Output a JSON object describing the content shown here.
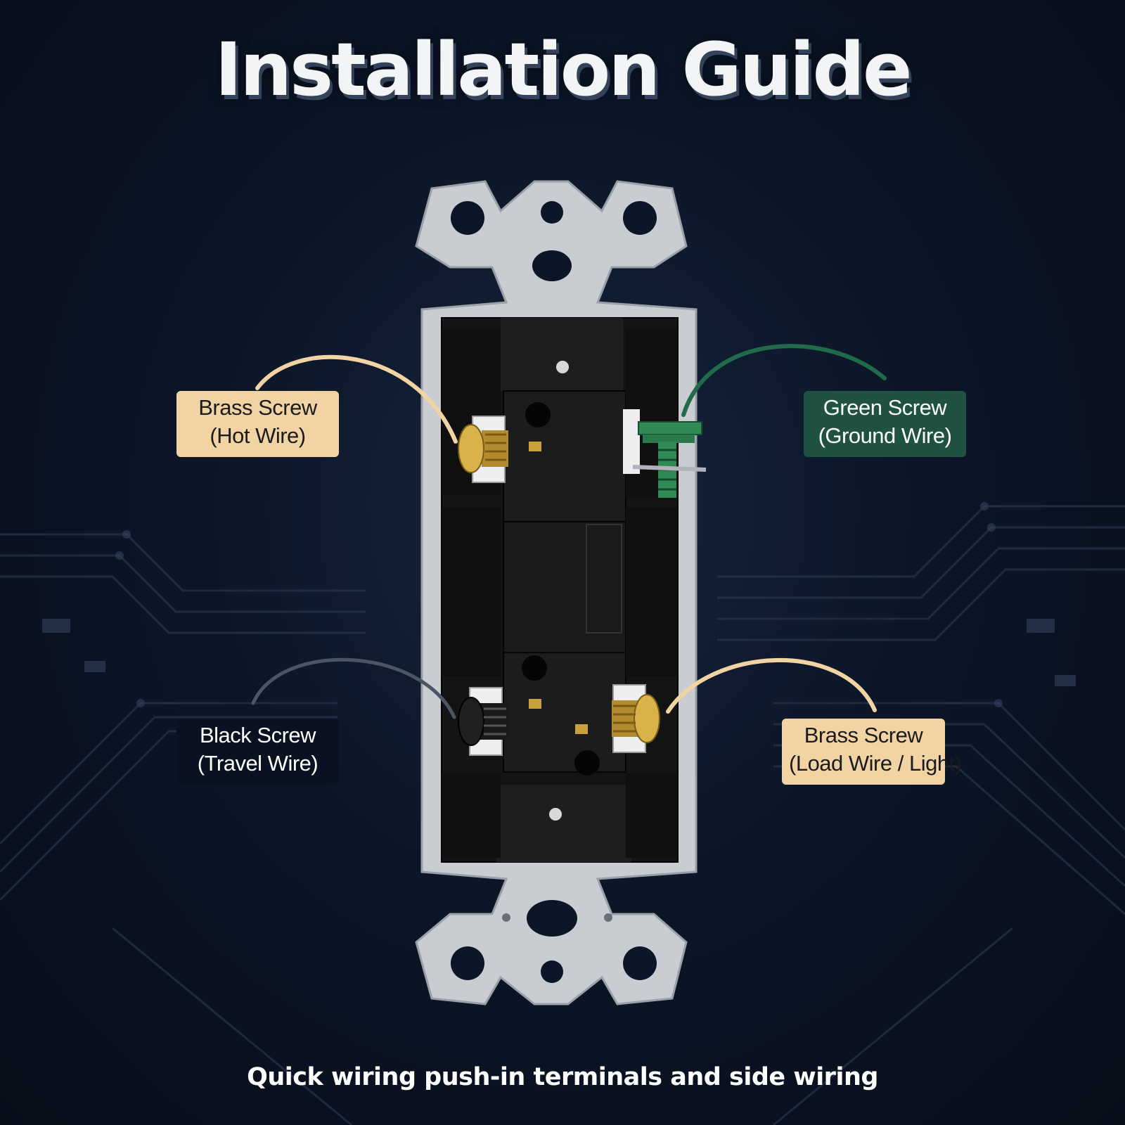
{
  "title": "Installation Guide",
  "caption": "Quick wiring push-in terminals and side wiring",
  "labels": {
    "hot": {
      "line1": "Brass Screw",
      "line2": "(Hot Wire)",
      "color": "#f2d4a4"
    },
    "ground": {
      "line1": "Green Screw",
      "line2": "(Ground Wire)",
      "color": "#1f5240"
    },
    "travel": {
      "line1": "Black Screw",
      "line2": "(Travel Wire)",
      "color": "#0a1221"
    },
    "load": {
      "line1": "Brass Screw",
      "line2": "(Load Wire / Light)",
      "color": "#f2d4a4"
    }
  },
  "colors": {
    "background": "#0c1628",
    "circuit_traces": "#3a4a66",
    "switch_strap": "#c9ccd1",
    "switch_body": "#1a1a1a",
    "brass": "#c9a13a",
    "green_screw": "#2f8a55",
    "wire_tan": "#f2d4a4",
    "wire_green": "#1f6b4a",
    "wire_dark": "#4c5566"
  }
}
